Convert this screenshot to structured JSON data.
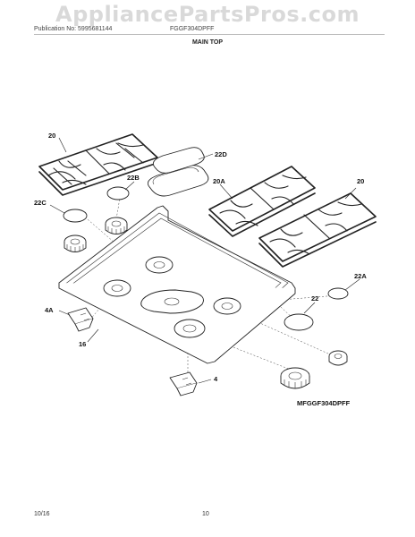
{
  "header": {
    "watermark": "AppliancePartsPros.com",
    "publication": "Publication No: 5995681144",
    "model": "FGGF304DPFF",
    "section_title": "MAIN TOP"
  },
  "labels": {
    "grate_left": "20",
    "griddle": "22D",
    "cap_22b": "22B",
    "cap_22c": "22C",
    "grate_center": "20A",
    "grate_right": "20",
    "cap_22a": "22A",
    "cap_22": "22",
    "bracket_4a": "4A",
    "main_top": "16",
    "bracket_4": "4"
  },
  "diagram_ref": "MFGGF304DPFF",
  "footer": {
    "date": "10/16",
    "page": "10"
  }
}
